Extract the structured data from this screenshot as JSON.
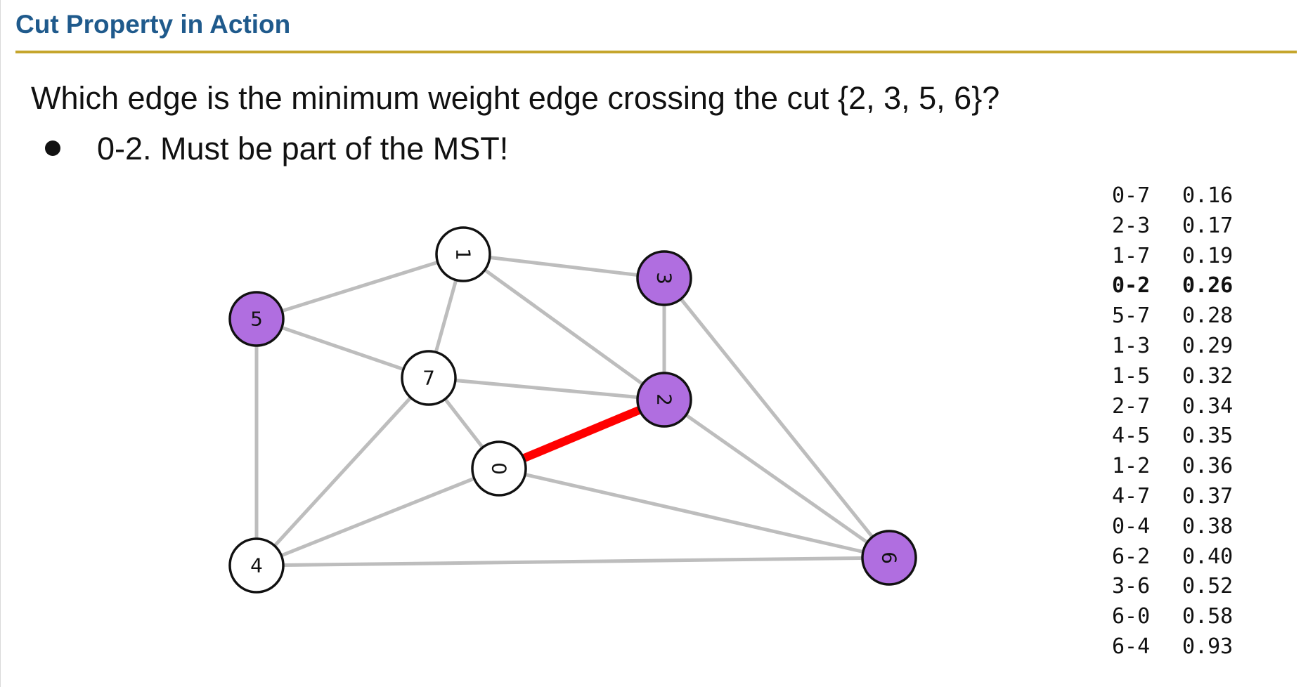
{
  "header": {
    "title": "Cut Property in Action"
  },
  "body": {
    "question": "Which edge is the minimum weight edge crossing the cut {2, 3, 5, 6}?",
    "bullet": "0-2. Must be part of the MST!"
  },
  "colors": {
    "title": "#1f5a8c",
    "title_rule": "#c5a52c",
    "cut_node_fill": "#b06ee0",
    "node_fill": "#ffffff",
    "edge": "#bdbdbd",
    "highlight_edge": "#ff0000"
  },
  "graph": {
    "cut_set": [
      "2",
      "3",
      "5",
      "6"
    ],
    "highlight_edge": "0-2",
    "nodes": [
      {
        "id": "0"
      },
      {
        "id": "1"
      },
      {
        "id": "2"
      },
      {
        "id": "3"
      },
      {
        "id": "4"
      },
      {
        "id": "5"
      },
      {
        "id": "6"
      },
      {
        "id": "7"
      }
    ]
  },
  "edge_list": [
    {
      "edge": "0-7",
      "weight": "0.16",
      "bold": false
    },
    {
      "edge": "2-3",
      "weight": "0.17",
      "bold": false
    },
    {
      "edge": "1-7",
      "weight": "0.19",
      "bold": false
    },
    {
      "edge": "0-2",
      "weight": "0.26",
      "bold": true
    },
    {
      "edge": "5-7",
      "weight": "0.28",
      "bold": false
    },
    {
      "edge": "1-3",
      "weight": "0.29",
      "bold": false
    },
    {
      "edge": "1-5",
      "weight": "0.32",
      "bold": false
    },
    {
      "edge": "2-7",
      "weight": "0.34",
      "bold": false
    },
    {
      "edge": "4-5",
      "weight": "0.35",
      "bold": false
    },
    {
      "edge": "1-2",
      "weight": "0.36",
      "bold": false
    },
    {
      "edge": "4-7",
      "weight": "0.37",
      "bold": false
    },
    {
      "edge": "0-4",
      "weight": "0.38",
      "bold": false
    },
    {
      "edge": "6-2",
      "weight": "0.40",
      "bold": false
    },
    {
      "edge": "3-6",
      "weight": "0.52",
      "bold": false
    },
    {
      "edge": "6-0",
      "weight": "0.58",
      "bold": false
    },
    {
      "edge": "6-4",
      "weight": "0.93",
      "bold": false
    }
  ]
}
